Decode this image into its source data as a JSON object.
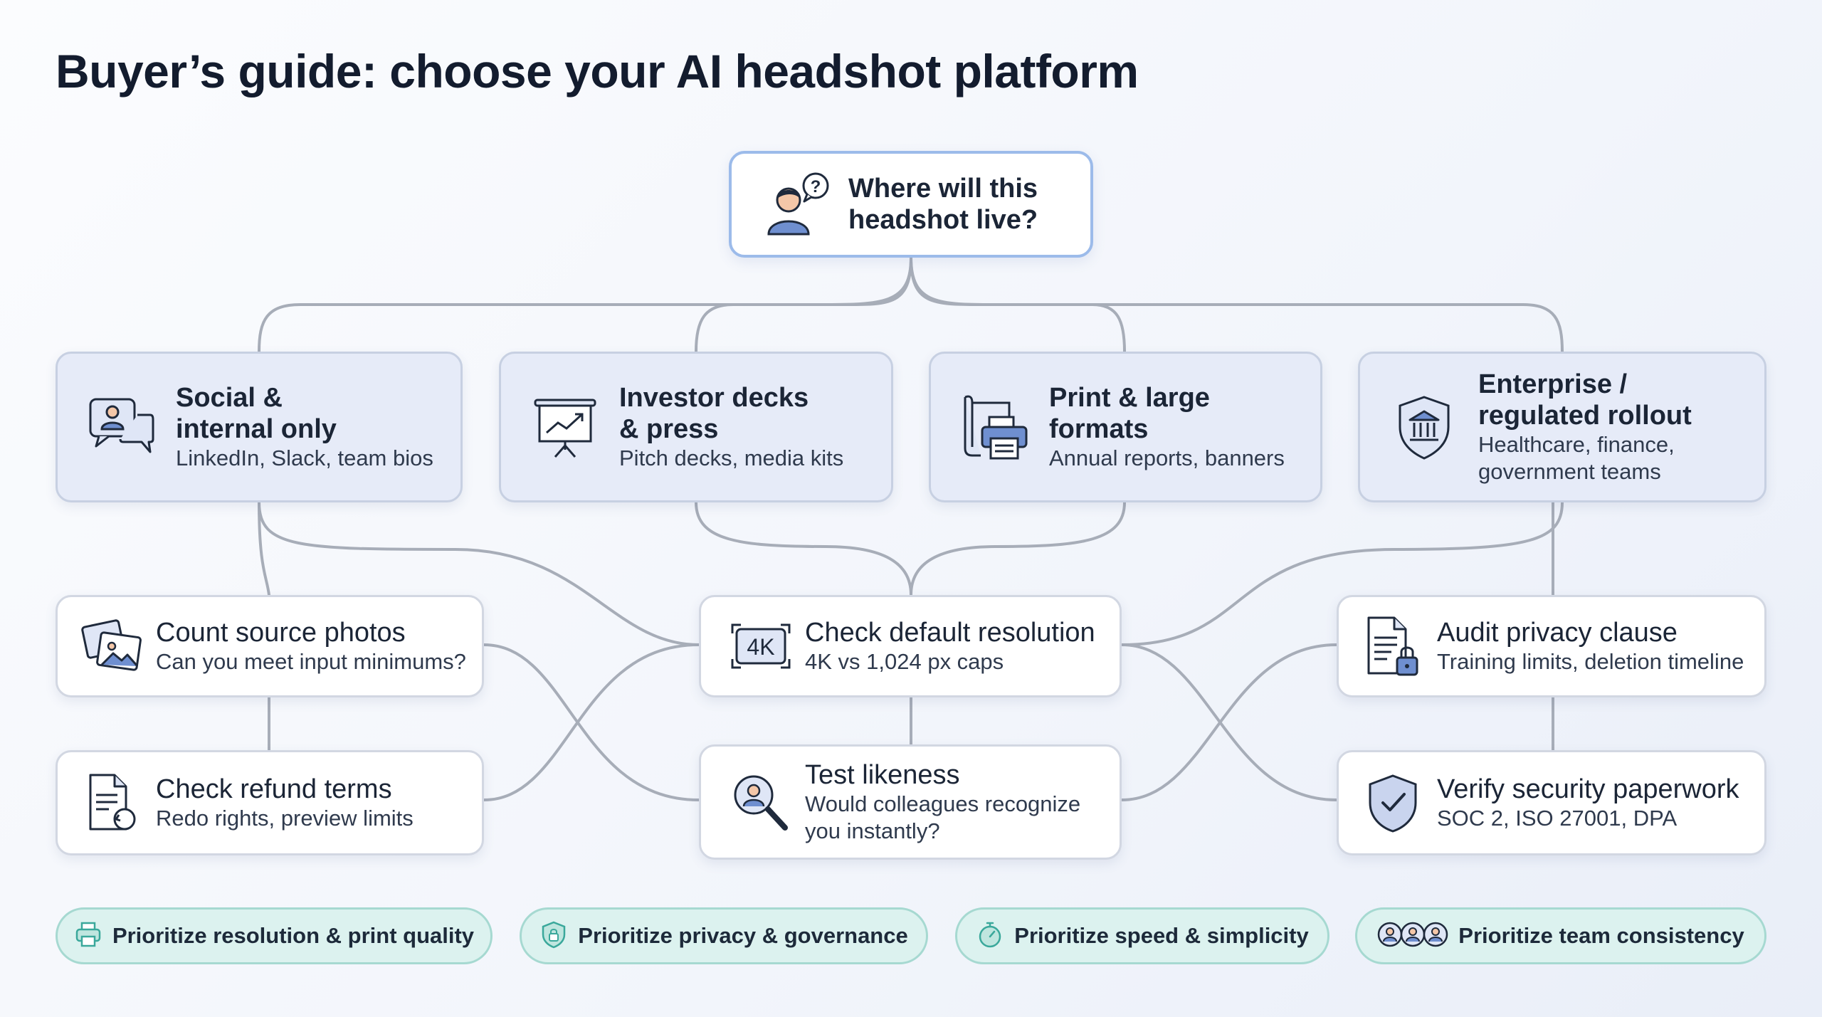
{
  "title": "Buyer’s guide: choose your AI headshot platform",
  "root": {
    "line1": "Where will this",
    "line2": "headshot live?",
    "icon": "person-question-icon"
  },
  "categories": [
    {
      "title1": "Social &",
      "title2": "internal only",
      "sub": "LinkedIn, Slack, team bios",
      "icon": "chat-profile-icon"
    },
    {
      "title1": "Investor decks",
      "title2": "& press",
      "sub": "Pitch decks, media kits",
      "icon": "presentation-chart-icon"
    },
    {
      "title1": "Print & large",
      "title2": "formats",
      "sub": "Annual reports, banners",
      "icon": "printer-icon"
    },
    {
      "title1": "Enterprise /",
      "title2": "regulated rollout",
      "sub1": "Healthcare, finance,",
      "sub2": "government teams",
      "icon": "shield-bank-icon"
    }
  ],
  "steps": {
    "count_photos": {
      "title": "Count source photos",
      "sub": "Can you meet input minimums?",
      "icon": "photos-icon"
    },
    "refund_terms": {
      "title": "Check refund terms",
      "sub": "Redo rights, preview limits",
      "icon": "document-refund-icon"
    },
    "default_resolution": {
      "title": "Check default resolution",
      "sub": "4K vs 1,024 px caps",
      "icon": "4k-icon",
      "icon_text": "4K"
    },
    "test_likeness": {
      "title": "Test likeness",
      "sub1": "Would colleagues recognize",
      "sub2": "you instantly?",
      "icon": "magnifier-person-icon"
    },
    "privacy_clause": {
      "title": "Audit privacy clause",
      "sub": "Training limits, deletion timeline",
      "icon": "document-lock-icon"
    },
    "security_paperwork": {
      "title": "Verify security paperwork",
      "sub": "SOC 2, ISO 27001, DPA",
      "icon": "shield-check-icon"
    }
  },
  "pills": [
    {
      "label": "Prioritize resolution & print quality",
      "icon": "printer-icon"
    },
    {
      "label": "Prioritize privacy & governance",
      "icon": "shield-lock-icon"
    },
    {
      "label": "Prioritize speed & simplicity",
      "icon": "stopwatch-icon"
    },
    {
      "label": "Prioritize team consistency",
      "icon": "team-icon"
    }
  ],
  "colors": {
    "accent_border": "#9cbbea",
    "category_fill": "#e6ebf8",
    "pill_fill": "#dcf2ef",
    "pill_border": "#a6d9d1",
    "connector": "#a7adb8"
  }
}
